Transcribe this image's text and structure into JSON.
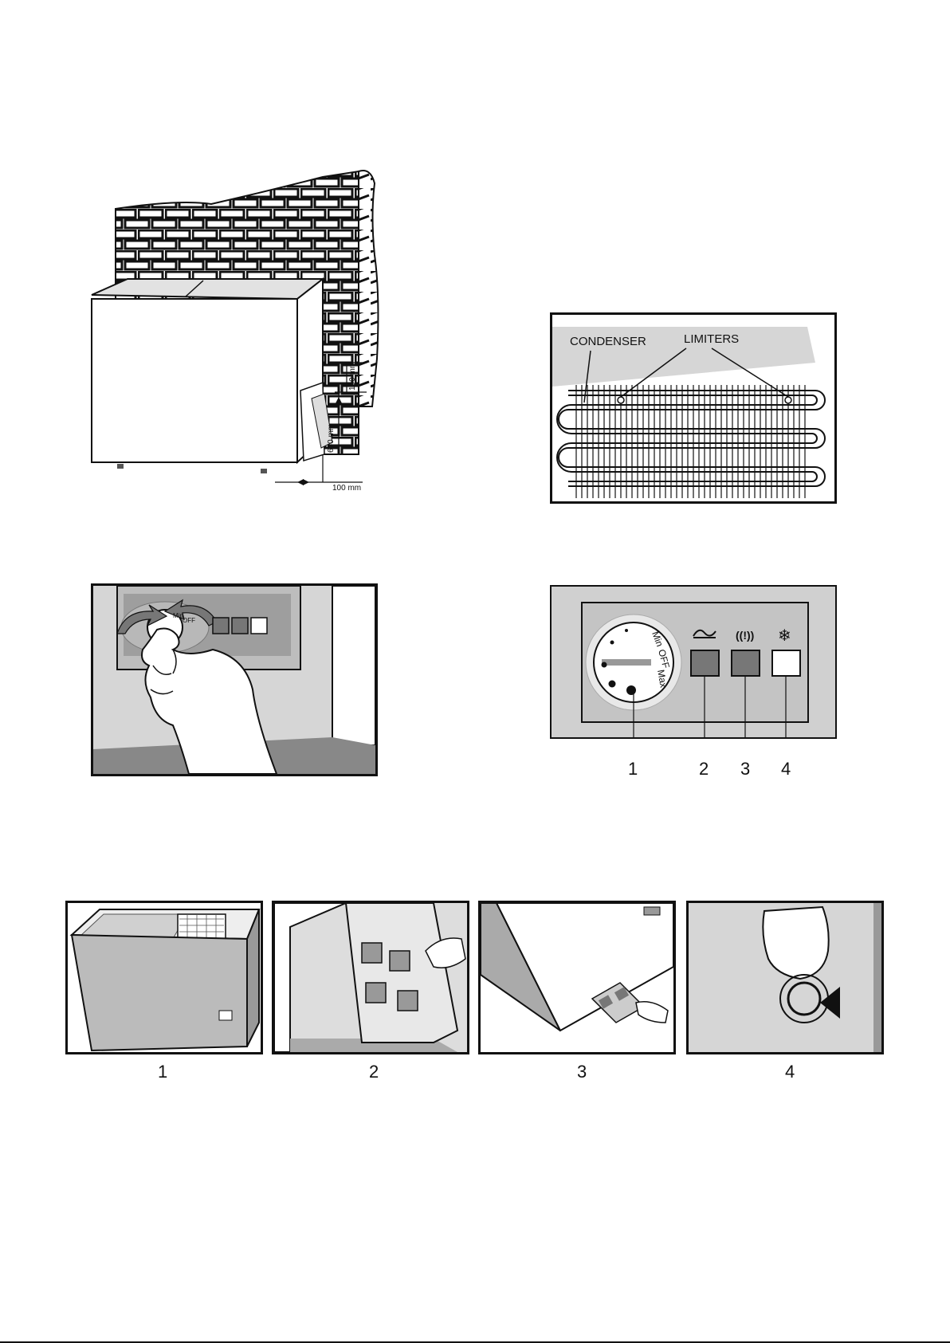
{
  "installation": {
    "dim_top": "100 mm",
    "dim_height": "660 mm",
    "dim_side": "100 mm"
  },
  "condenser_diagram": {
    "condenser_label": "CONDENSER",
    "limiters_label": "LIMITERS"
  },
  "control_panel": {
    "dial_min": "Min",
    "dial_off": "OFF",
    "dial_max": "Max",
    "indicator_icons": [
      "power-indicator-icon",
      "alarm-indicator-icon",
      "fast-freeze-icon"
    ],
    "callouts": [
      "1",
      "2",
      "3",
      "4"
    ]
  },
  "hand_panel": {
    "dial_min": "Min",
    "dial_off": "OFF"
  },
  "defrost_steps": {
    "labels": [
      "1",
      "2",
      "3",
      "4"
    ]
  },
  "colors": {
    "panel_gray": "#c9c9c9",
    "button_dark": "#777777",
    "wall_light": "#d6d6d6"
  }
}
